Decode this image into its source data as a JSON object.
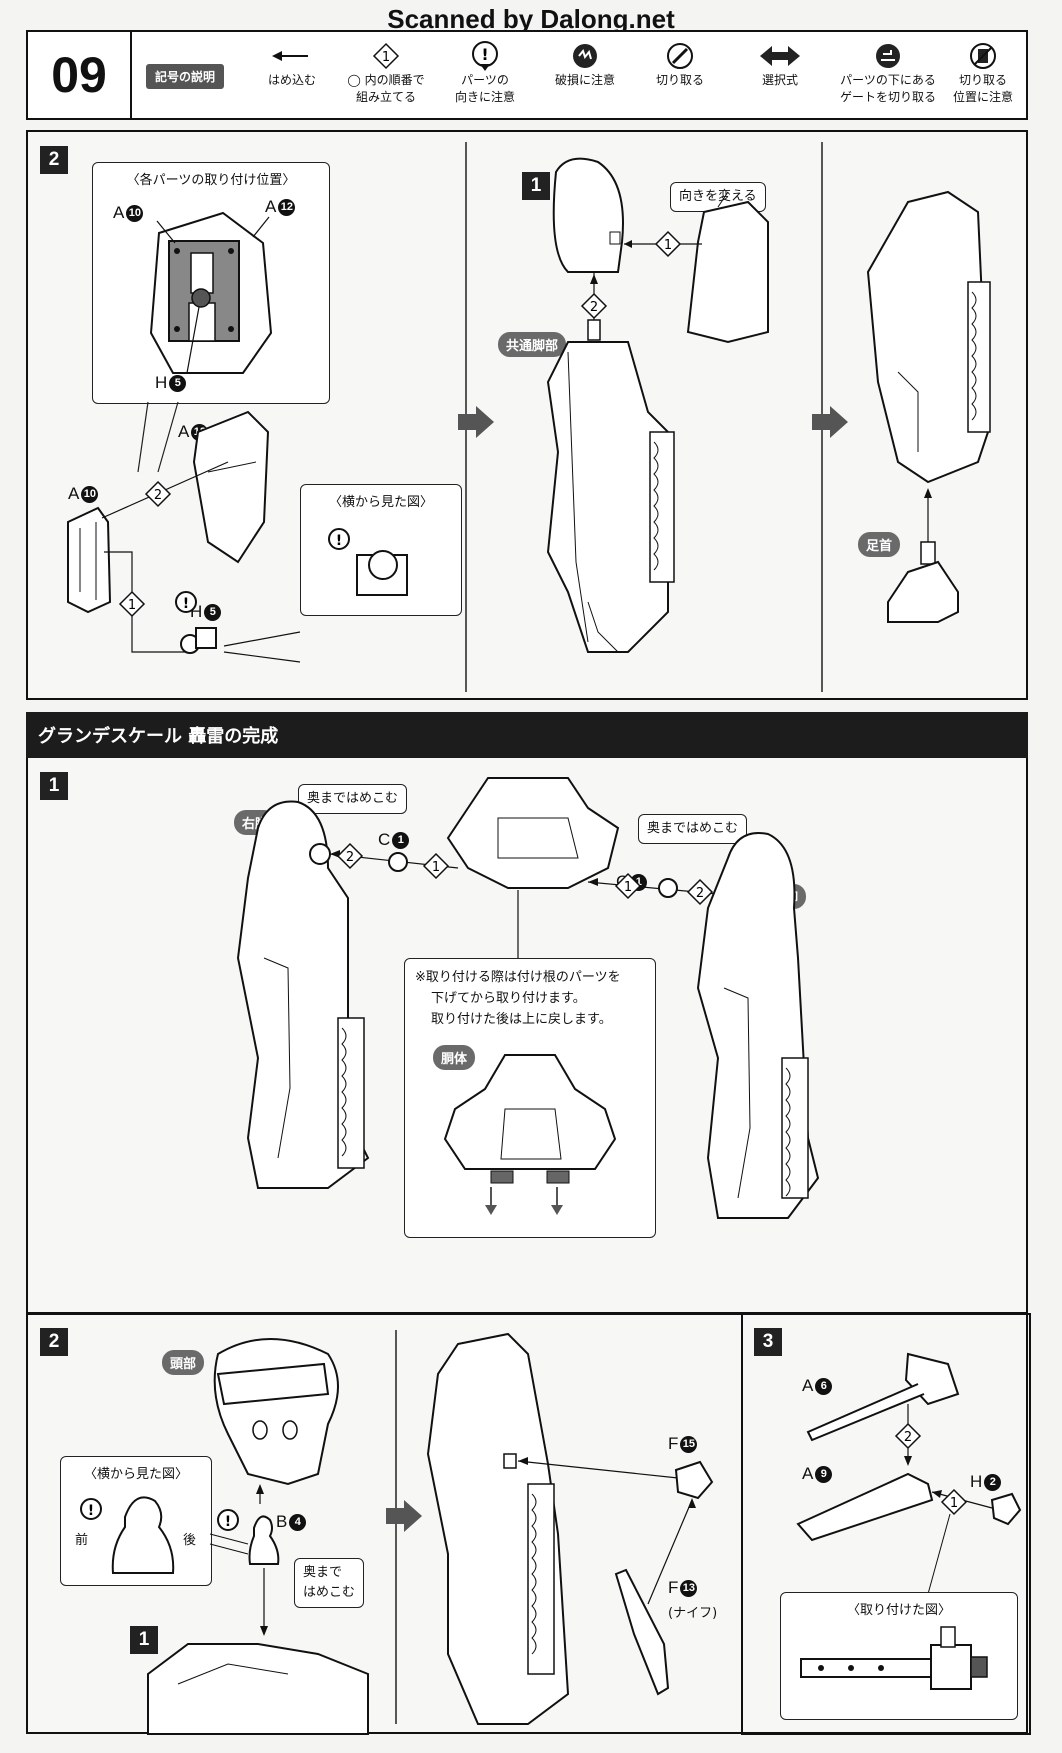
{
  "watermark": "Scanned by Dalong.net",
  "step_number": "09",
  "legend": {
    "badge": "記号の説明",
    "items": [
      {
        "icon": "arrow-left-icon",
        "line1": "はめ込む",
        "line2": ""
      },
      {
        "icon": "order-circle-icon",
        "glyph": "1",
        "line1": "◯ 内の順番で",
        "line2": "組み立てる"
      },
      {
        "icon": "orientation-warning-icon",
        "glyph": "!",
        "line1": "パーツの",
        "line2": "向きに注意"
      },
      {
        "icon": "breakage-warning-icon",
        "line1": "破損に注意",
        "line2": ""
      },
      {
        "icon": "cut-icon",
        "line1": "切り取る",
        "line2": ""
      },
      {
        "icon": "double-arrow-icon",
        "line1": "選択式",
        "line2": ""
      },
      {
        "icon": "cut-under-gate-icon",
        "line1": "パーツの下にある",
        "line2": "ゲートを切り取る"
      },
      {
        "icon": "cut-position-icon",
        "line1": "切り取る",
        "line2": "位置に注意"
      }
    ]
  },
  "section_top": {
    "step2_no": "2",
    "positions_title": "〈各パーツの取り付け位置〉",
    "side_view_title": "〈横から見た図〉",
    "parts": {
      "a10": "A",
      "a10_num": "10",
      "a12": "A",
      "a12_num": "12",
      "h5": "H",
      "h5_num": "5"
    },
    "order_1": "1",
    "order_2": "2",
    "step1_no": "1",
    "change_orientation": "向きを変える",
    "common_leg": "共通脚部",
    "ankle": "足首"
  },
  "section_header": "グランデスケール 轟雷の完成",
  "section_complete": {
    "step1_no": "1",
    "right_leg": "右脚",
    "left_leg": "左脚",
    "press_in": "奥まではめこむ",
    "part_c": "C",
    "part_c_num": "1",
    "order_1": "1",
    "order_2": "2",
    "note_line1": "※取り付ける際は付け根のパーツを",
    "note_line2": "下げてから取り付けます。",
    "note_line3": "取り付けた後は上に戻します。",
    "torso": "胴体"
  },
  "section_bottom": {
    "step2_no": "2",
    "head": "頭部",
    "side_view_title": "〈横から見た図〉",
    "front": "前",
    "back": "後",
    "part_b": "B",
    "part_b_num": "4",
    "press_in_line1": "奥まで",
    "press_in_line2": "はめこむ",
    "sub_step1": "1",
    "part_f15": "F",
    "part_f15_num": "15",
    "part_f13": "F",
    "part_f13_num": "13",
    "knife": "(ナイフ)",
    "step3_no": "3",
    "part_a6": "A",
    "part_a6_num": "6",
    "part_a9": "A",
    "part_a9_num": "9",
    "part_h2": "H",
    "part_h2_num": "2",
    "attached_view": "〈取り付けた図〉",
    "order_1": "1",
    "order_2": "2"
  }
}
